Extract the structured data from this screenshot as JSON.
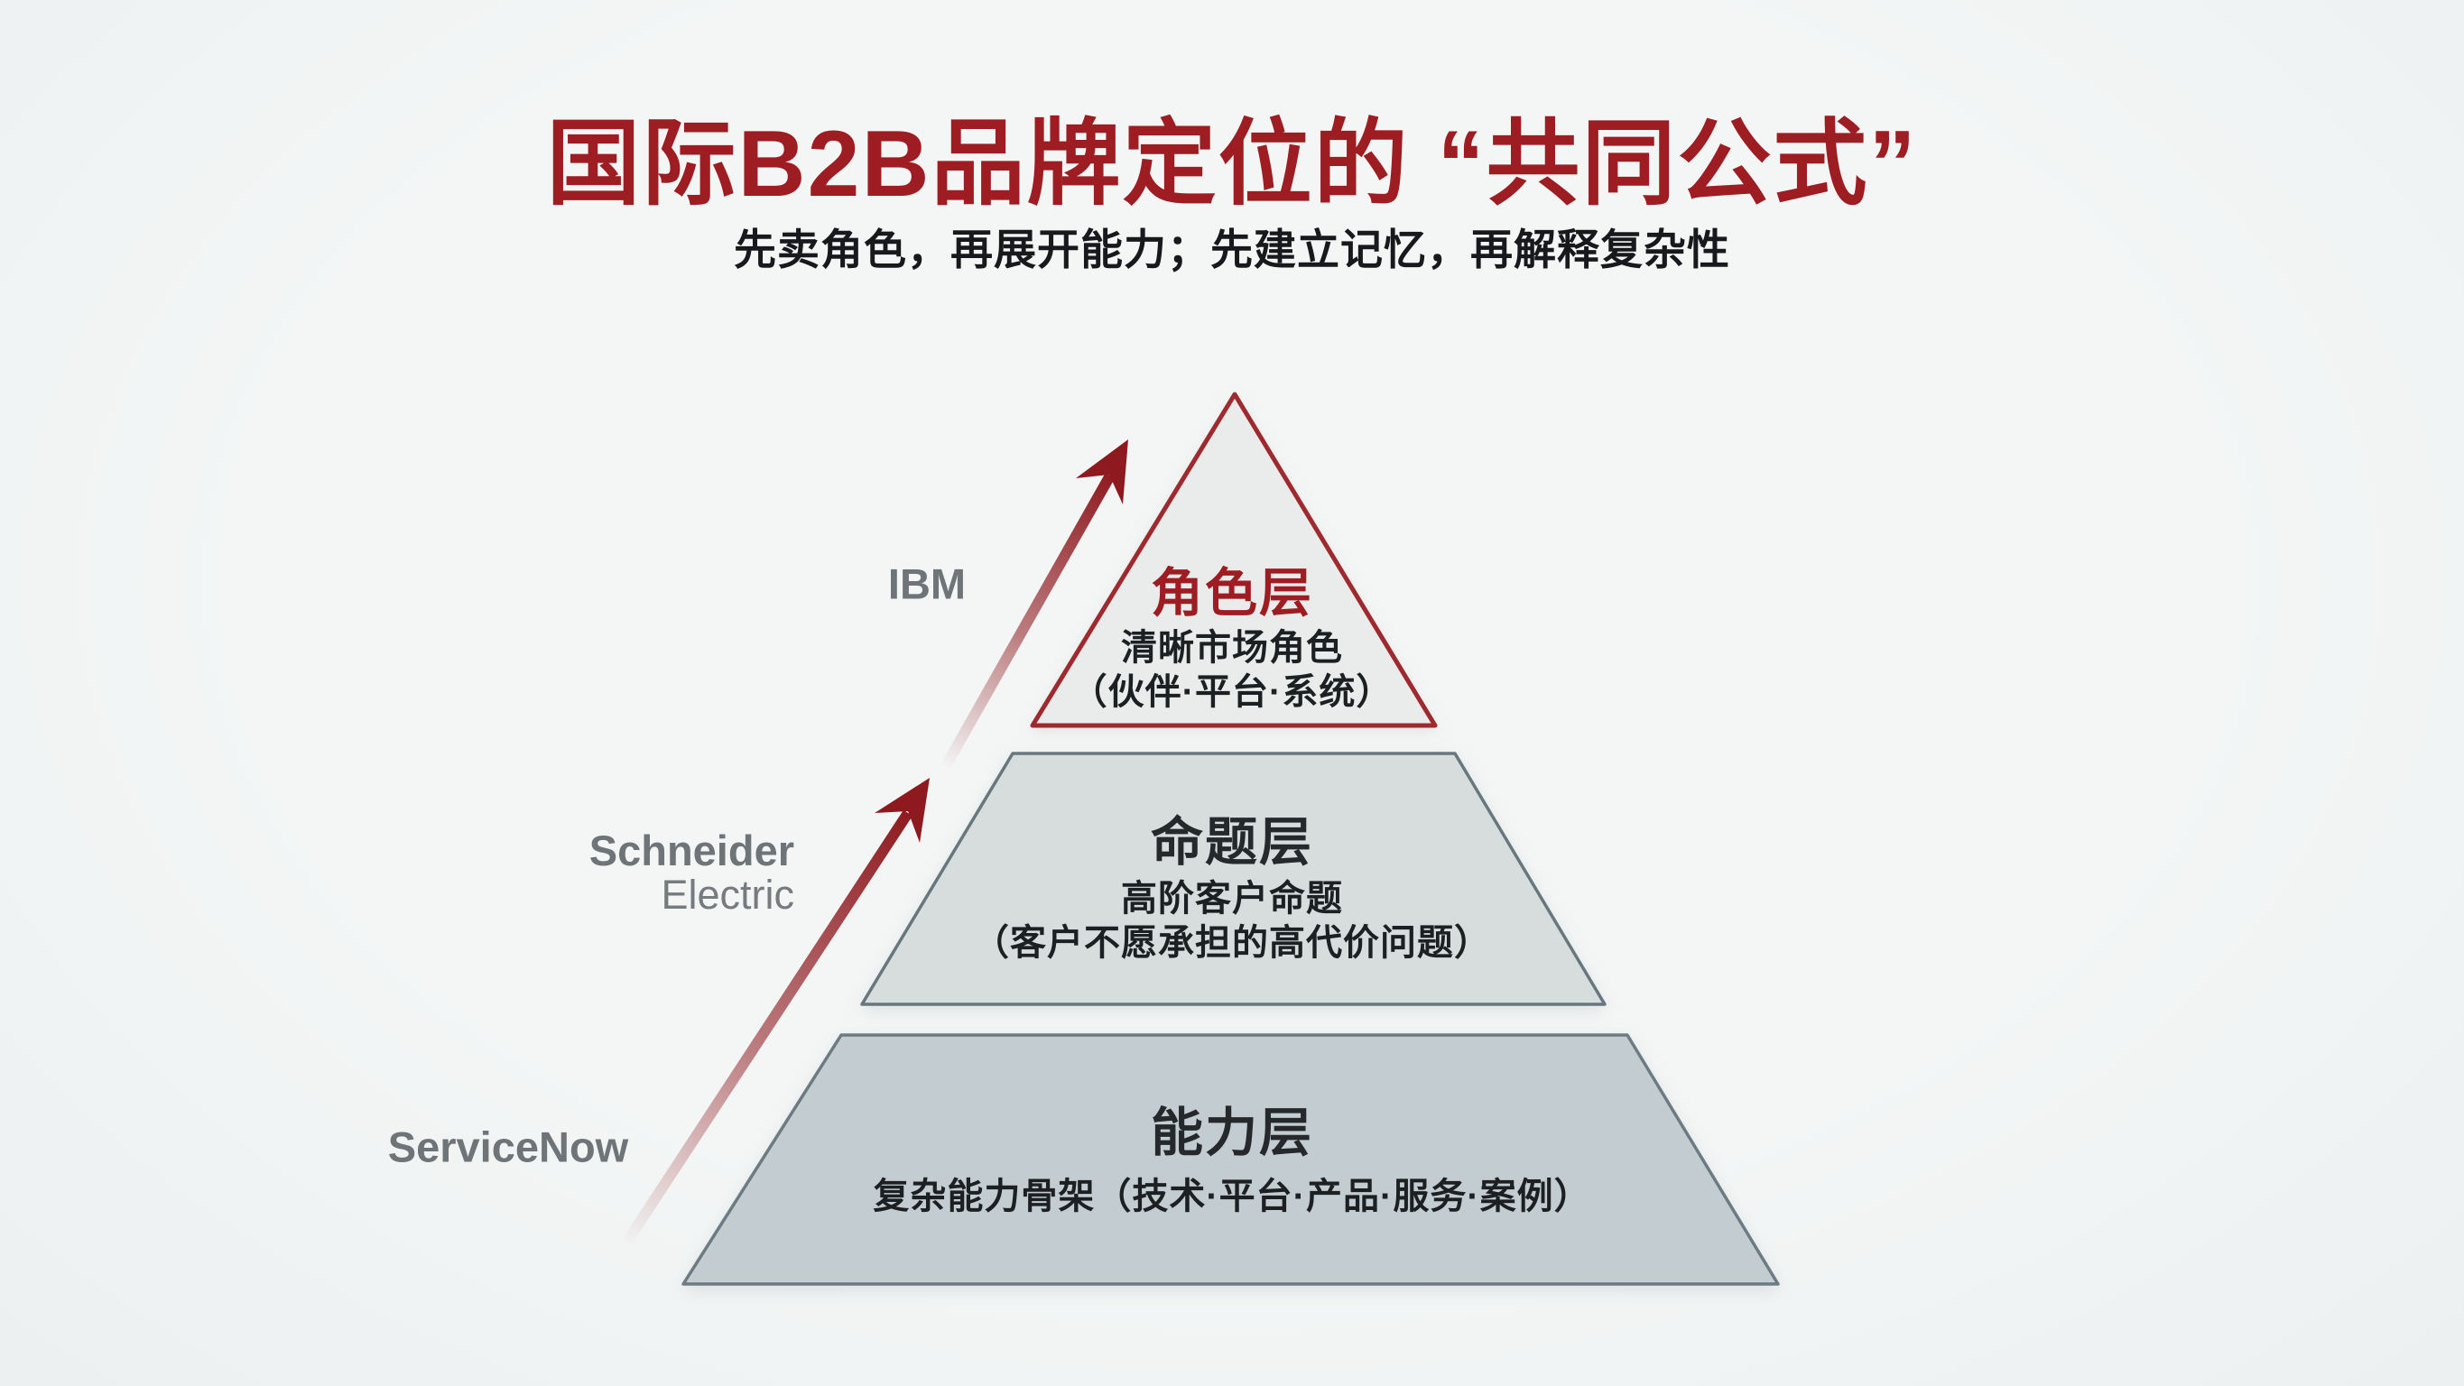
{
  "header": {
    "title": "国际B2B品牌定位的 “共同公式”",
    "subtitle": "先卖角色，再展开能力；先建立记忆，再解释复杂性"
  },
  "pyramid": {
    "layers": [
      {
        "id": "role",
        "title": "角色层",
        "lines": [
          "清晰市场角色",
          "（伙伴·平台·系统）"
        ],
        "brand_example": "IBM"
      },
      {
        "id": "proposition",
        "title": "命题层",
        "lines": [
          "高阶客户命题",
          "（客户不愿承担的高代价问题）"
        ],
        "brand_example": "Schneider Electric"
      },
      {
        "id": "capability",
        "title": "能力层",
        "lines": [
          "复杂能力骨架（技术·平台·产品·服务·案例）"
        ],
        "brand_example": "ServiceNow"
      }
    ]
  },
  "brands": {
    "ibm": "IBM",
    "schneider_line1": "Schneider",
    "schneider_line2": "Electric",
    "servicenow": "ServiceNow"
  },
  "colors": {
    "title_red": "#9D1D22",
    "accent_red": "#8E1A1F",
    "triangle_fill": "#EAECEC",
    "triangle_stroke": "#9E292E",
    "mid_fill": "#D7DCDD",
    "bottom_fill": "#C3CCD1",
    "layer_stroke": "#5B6A72",
    "label_gray": "#6E7478",
    "text_dark": "#17191C",
    "background": "#F1F4F4"
  }
}
